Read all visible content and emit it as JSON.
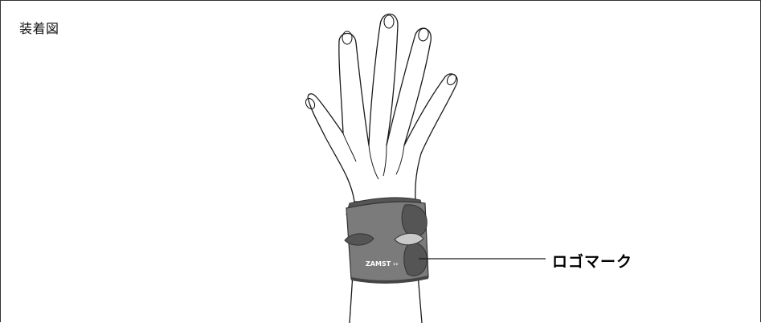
{
  "figure": {
    "title": "装着図",
    "callout_label": "ロゴマーク",
    "brand_logo_text": "ZAMST"
  },
  "colors": {
    "outline": "#1a1a1a",
    "support_body": "#7b7b7b",
    "support_dark": "#555555",
    "support_edge": "#444444",
    "pad_light": "#c9c9c9"
  }
}
